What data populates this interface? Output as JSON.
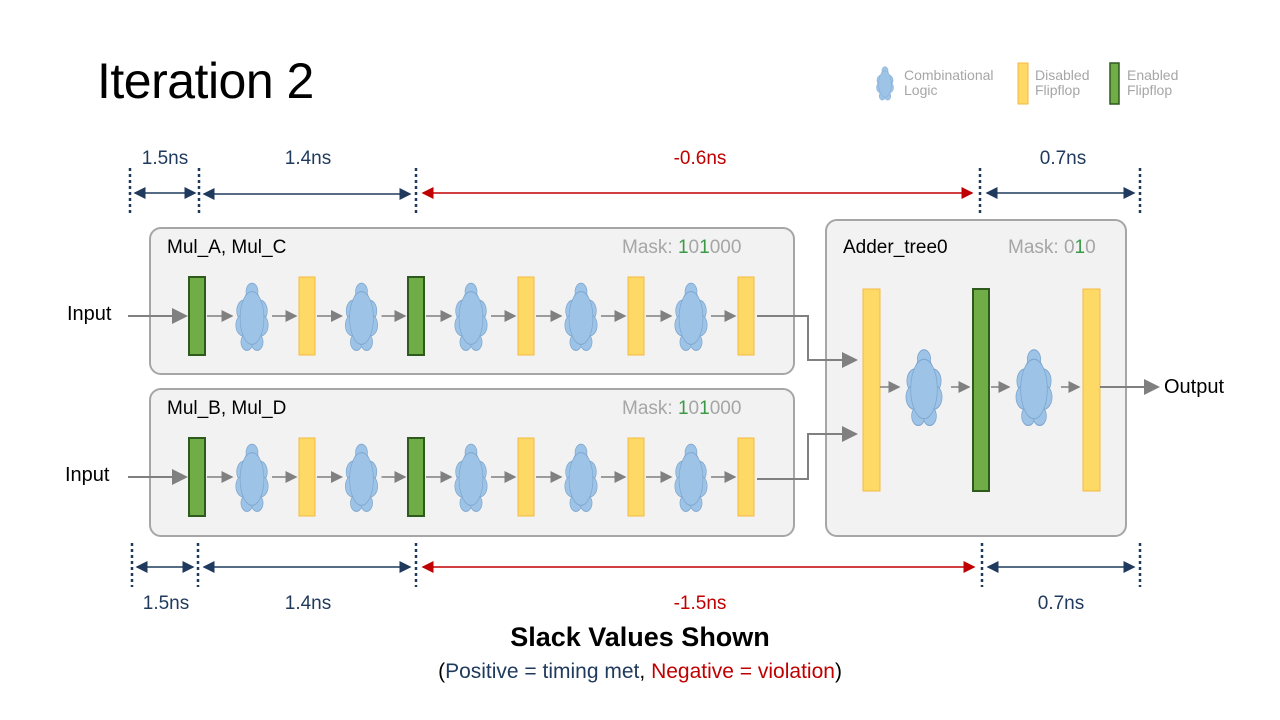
{
  "title": "Iteration 2",
  "legend": {
    "combinational": "Combinational\nLogic",
    "disabled_ff": "Disabled\nFlipflop",
    "enabled_ff": "Enabled\nFlipflop"
  },
  "slack_top": [
    "1.5ns",
    "1.4ns",
    "-0.6ns",
    "0.7ns"
  ],
  "slack_bottom": [
    "1.5ns",
    "1.4ns",
    "-1.5ns",
    "0.7ns"
  ],
  "blocks": {
    "mul_ac": {
      "name": "Mul_A, Mul_C",
      "mask_label": "Mask: ",
      "mask_bits": [
        "1",
        "0",
        "1",
        "0",
        "0",
        "0"
      ]
    },
    "mul_bd": {
      "name": "Mul_B, Mul_D",
      "mask_label": "Mask: ",
      "mask_bits": [
        "1",
        "0",
        "1",
        "0",
        "0",
        "0"
      ]
    },
    "adder": {
      "name": "Adder_tree0",
      "mask_label": "Mask: ",
      "mask_bits": [
        "0",
        "1",
        "0"
      ]
    }
  },
  "io": {
    "input_top": "Input",
    "input_bottom": "Input",
    "output": "Output"
  },
  "caption": {
    "title": "Slack Values Shown",
    "open_paren": "(",
    "positive": "Positive = timing met",
    "separator": ", ",
    "negative": "Negative = violation",
    "close_paren": ")"
  },
  "colors": {
    "enabled_ff": "#70ad47",
    "disabled_ff": "#ffd966",
    "cloud": "#9dc3e6",
    "positive": "#1f3a5c",
    "negative": "#c00000",
    "mask_on": "#3a9a48"
  }
}
